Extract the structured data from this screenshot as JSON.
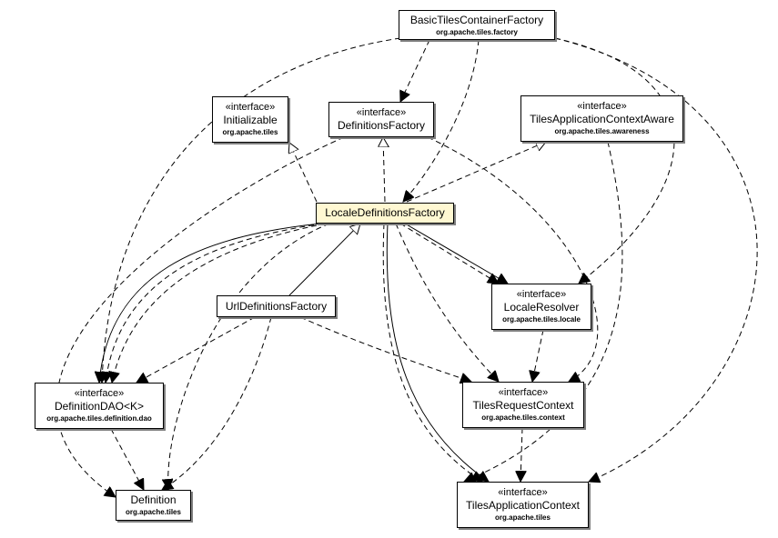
{
  "diagram": {
    "type": "UML class dependency diagram",
    "stereotype_label": "«interface»",
    "nodes": {
      "basic_tiles_container_factory": {
        "name": "BasicTilesContainerFactory",
        "package": "org.apache.tiles.factory",
        "interface": false
      },
      "initializable": {
        "name": "Initializable",
        "package": "org.apache.tiles",
        "interface": true
      },
      "definitions_factory": {
        "name": "DefinitionsFactory",
        "package": "",
        "interface": true
      },
      "tiles_application_context_aware": {
        "name": "TilesApplicationContextAware",
        "package": "org.apache.tiles.awareness",
        "interface": true
      },
      "locale_definitions_factory": {
        "name": "LocaleDefinitionsFactory",
        "package": "",
        "interface": false,
        "focus": true
      },
      "url_definitions_factory": {
        "name": "UrlDefinitionsFactory",
        "package": "",
        "interface": false
      },
      "locale_resolver": {
        "name": "LocaleResolver",
        "package": "org.apache.tiles.locale",
        "interface": true
      },
      "definition_dao": {
        "name": "DefinitionDAO<K>",
        "package": "org.apache.tiles.definition.dao",
        "interface": true
      },
      "tiles_request_context": {
        "name": "TilesRequestContext",
        "package": "org.apache.tiles.context",
        "interface": true
      },
      "definition": {
        "name": "Definition",
        "package": "org.apache.tiles",
        "interface": false
      },
      "tiles_application_context": {
        "name": "TilesApplicationContext",
        "package": "org.apache.tiles",
        "interface": true
      }
    },
    "edges": [
      {
        "from": "locale_definitions_factory",
        "to": "initializable",
        "kind": "realization"
      },
      {
        "from": "locale_definitions_factory",
        "to": "definitions_factory",
        "kind": "realization"
      },
      {
        "from": "locale_definitions_factory",
        "to": "tiles_application_context_aware",
        "kind": "realization"
      },
      {
        "from": "url_definitions_factory",
        "to": "locale_definitions_factory",
        "kind": "generalization"
      },
      {
        "from": "basic_tiles_container_factory",
        "to": "definitions_factory",
        "kind": "dependency"
      },
      {
        "from": "basic_tiles_container_factory",
        "to": "locale_definitions_factory",
        "kind": "dependency"
      },
      {
        "from": "basic_tiles_container_factory",
        "to": "definition_dao",
        "kind": "dependency"
      },
      {
        "from": "basic_tiles_container_factory",
        "to": "locale_resolver",
        "kind": "dependency"
      },
      {
        "from": "basic_tiles_container_factory",
        "to": "tiles_application_context",
        "kind": "dependency"
      },
      {
        "from": "definitions_factory",
        "to": "definition",
        "kind": "dependency"
      },
      {
        "from": "definitions_factory",
        "to": "tiles_request_context",
        "kind": "dependency"
      },
      {
        "from": "tiles_application_context_aware",
        "to": "tiles_application_context",
        "kind": "dependency"
      },
      {
        "from": "locale_definitions_factory",
        "to": "definition_dao",
        "kind": "association"
      },
      {
        "from": "locale_definitions_factory",
        "to": "definition_dao",
        "kind": "dependency"
      },
      {
        "from": "locale_definitions_factory",
        "to": "definition_dao",
        "kind": "dependency"
      },
      {
        "from": "locale_definitions_factory",
        "to": "definition",
        "kind": "dependency"
      },
      {
        "from": "locale_definitions_factory",
        "to": "locale_resolver",
        "kind": "association"
      },
      {
        "from": "locale_definitions_factory",
        "to": "locale_resolver",
        "kind": "dependency"
      },
      {
        "from": "locale_definitions_factory",
        "to": "tiles_request_context",
        "kind": "dependency"
      },
      {
        "from": "locale_definitions_factory",
        "to": "tiles_application_context",
        "kind": "association"
      },
      {
        "from": "locale_definitions_factory",
        "to": "tiles_application_context",
        "kind": "dependency"
      },
      {
        "from": "url_definitions_factory",
        "to": "definition_dao",
        "kind": "dependency"
      },
      {
        "from": "url_definitions_factory",
        "to": "definition",
        "kind": "dependency"
      },
      {
        "from": "url_definitions_factory",
        "to": "tiles_request_context",
        "kind": "dependency"
      },
      {
        "from": "locale_resolver",
        "to": "tiles_request_context",
        "kind": "dependency"
      },
      {
        "from": "definition_dao",
        "to": "definition",
        "kind": "dependency"
      },
      {
        "from": "tiles_request_context",
        "to": "tiles_application_context",
        "kind": "dependency"
      }
    ]
  }
}
